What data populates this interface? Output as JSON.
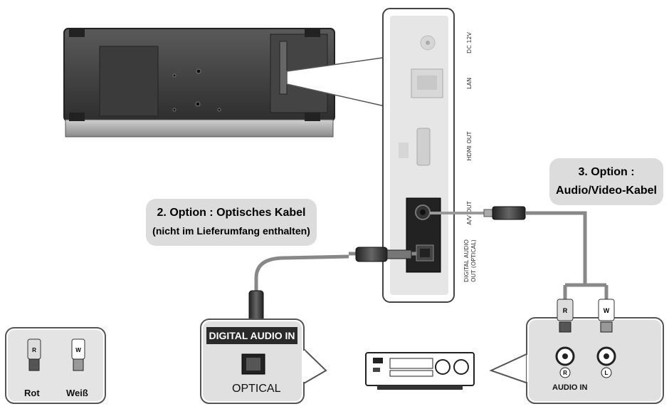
{
  "diagram": {
    "ports": {
      "dc": "DC 12V",
      "lan": "LAN",
      "hdmi": "HDMI OUT",
      "av": "A/V OUT",
      "digital_line1": "DIGITAL AUDIO",
      "digital_line2": "OUT (OPTICAL)"
    },
    "option2": {
      "line1": "2. Option : Optisches Kabel",
      "line2": "(nicht im Lieferumfang enthalten)"
    },
    "option3": {
      "line1": "3. Option :",
      "line2": "Audio/Video-Kabel"
    },
    "digital_audio_in": {
      "banner": "DIGITAL AUDIO IN",
      "label": "OPTICAL"
    },
    "audio_in": {
      "label": "AUDIO IN",
      "plug_r": "R",
      "plug_w": "W",
      "jack_r": "R",
      "jack_l": "L"
    },
    "legend": {
      "red_letter": "R",
      "white_letter": "W",
      "red_label": "Rot",
      "white_label": "Weiß"
    }
  },
  "colors": {
    "device_dark": "#3a3a3a",
    "panel_light": "#e6e6e6",
    "callout_fill": "#dcdcdc",
    "cable": "#888888"
  }
}
